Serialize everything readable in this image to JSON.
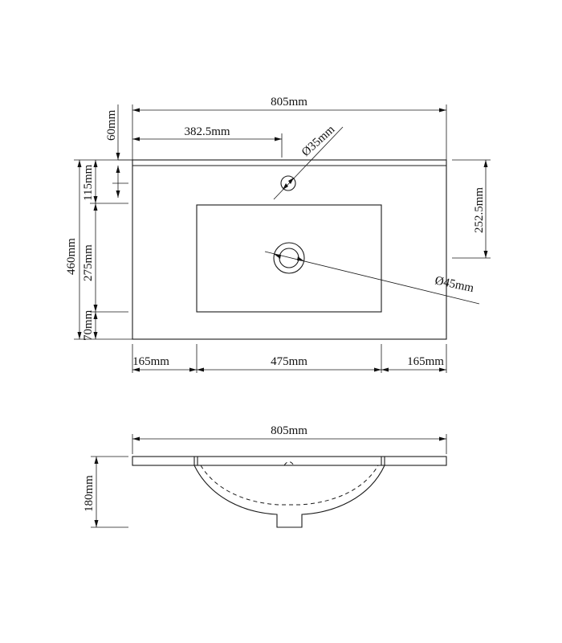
{
  "dimensions": {
    "top_view": {
      "overall_width": "805mm",
      "tap_hole_offset": "382.5mm",
      "back_edge": "60mm",
      "tap_hole_dia": "Ø35mm",
      "depth": "460mm",
      "back_to_basin": "115mm",
      "basin_depth": "275mm",
      "front_margin": "70mm",
      "waste_offset": "252.5mm",
      "waste_dia": "Ø45mm",
      "left_margin": "165mm",
      "basin_width": "475mm",
      "right_margin": "165mm"
    },
    "side_view": {
      "overall_width": "805mm",
      "height": "180mm"
    }
  }
}
